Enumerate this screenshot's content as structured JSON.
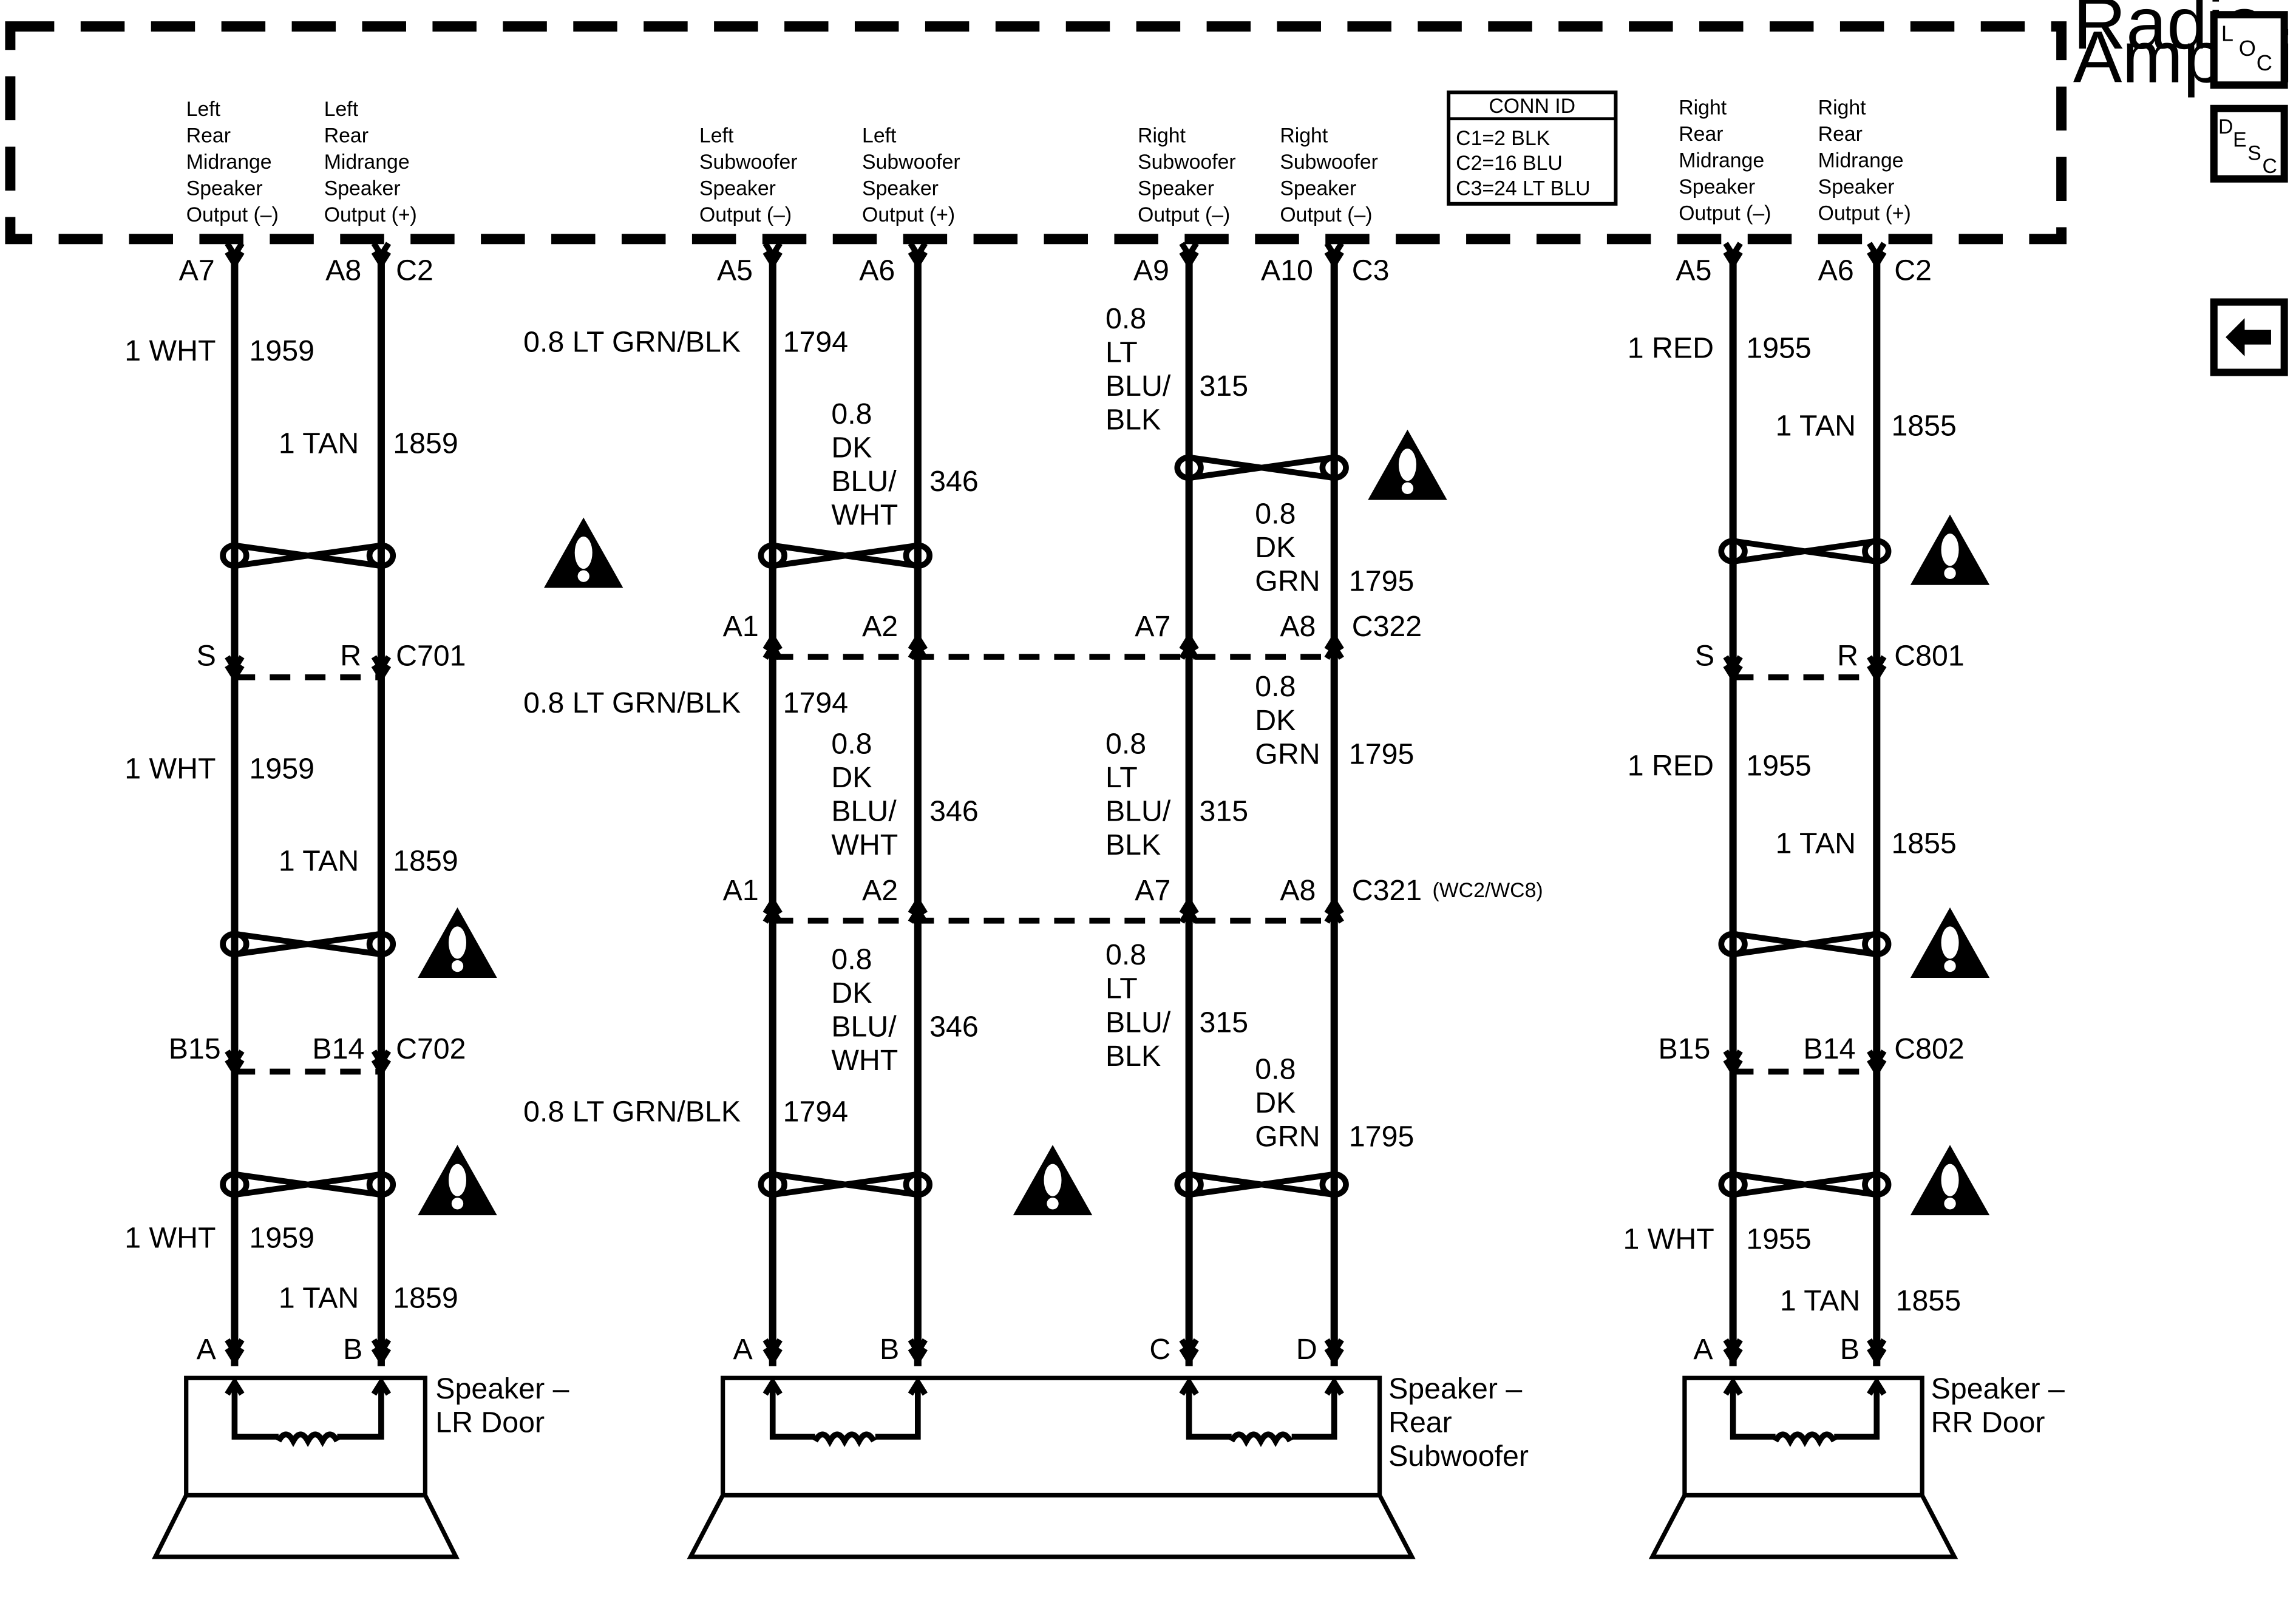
{
  "module": {
    "title_line1": "Radio",
    "title_line2": "Amplifier"
  },
  "buttons": {
    "loc": [
      "L",
      "O",
      "C"
    ],
    "desc": [
      "D",
      "E",
      "S",
      "C"
    ]
  },
  "conn_id": {
    "title": "CONN ID",
    "lines": [
      "C1=2 BLK",
      "C2=16 BLU",
      "C3=24 LT BLU"
    ]
  },
  "outputs": [
    [
      "Left",
      "Rear",
      "Midrange",
      "Speaker",
      "Output (–)"
    ],
    [
      "Left",
      "Rear",
      "Midrange",
      "Speaker",
      "Output (+)"
    ],
    [
      "Left",
      "Subwoofer",
      "Speaker",
      "Output (–)"
    ],
    [
      "Left",
      "Subwoofer",
      "Speaker",
      "Output (+)"
    ],
    [
      "Right",
      "Subwoofer",
      "Speaker",
      "Output (–)"
    ],
    [
      "Right",
      "Subwoofer",
      "Speaker",
      "Output (–)"
    ],
    [
      "Right",
      "Rear",
      "Midrange",
      "Speaker",
      "Output (–)"
    ],
    [
      "Right",
      "Rear",
      "Midrange",
      "Speaker",
      "Output (+)"
    ]
  ],
  "pins": {
    "l_a7": "A7",
    "l_a8": "A8",
    "l_c2": "C2",
    "m_a5": "A5",
    "m_a6": "A6",
    "m_a9": "A9",
    "m_a10": "A10",
    "m_c3": "C3",
    "r_a5": "A5",
    "r_a6": "A6",
    "r_c2": "C2",
    "c322_a1": "A1",
    "c322_a2": "A2",
    "c322_a7": "A7",
    "c322_a8": "A8",
    "c322": "C322",
    "c321_a1": "A1",
    "c321_a2": "A2",
    "c321_a7": "A7",
    "c321_a8": "A8",
    "c321": "C321",
    "c321_note": "(WC2/WC8)",
    "c701_s": "S",
    "c701_r": "R",
    "c701": "C701",
    "c702_b15": "B15",
    "c702_b14": "B14",
    "c702": "C702",
    "c801_s": "S",
    "c801_r": "R",
    "c801": "C801",
    "c802_b15": "B15",
    "c802_b14": "B14",
    "c802": "C802",
    "lr_a": "A",
    "lr_b": "B",
    "sub_a": "A",
    "sub_b": "B",
    "sub_c": "C",
    "sub_d": "D",
    "rr_a": "A",
    "rr_b": "B"
  },
  "wires": {
    "l1_white": "1 WHT",
    "l1_white_ckt": "1959",
    "l1_tan": "1 TAN",
    "l1_tan_ckt": "1859",
    "l2_white": "1 WHT",
    "l2_white_ckt": "1959",
    "l2_tan": "1 TAN",
    "l2_tan_ckt": "1859",
    "l3_white": "1 WHT",
    "l3_white_ckt": "1959",
    "l3_tan": "1 TAN",
    "l3_tan_ckt": "1859",
    "m1_grn": "0.8 LT GRN/BLK",
    "m1_grn_ckt": "1794",
    "m1_dkblu": [
      "0.8",
      "DK",
      "BLU/",
      "WHT"
    ],
    "m1_dkblu_ckt": "346",
    "m1_ltblu": [
      "0.8",
      "LT",
      "BLU/",
      "BLK"
    ],
    "m1_ltblu_ckt": "315",
    "m1_dkgrn": [
      "0.8",
      "DK",
      "GRN"
    ],
    "m1_dkgrn_ckt": "1795",
    "m2_grn": "0.8 LT GRN/BLK",
    "m2_grn_ckt": "1794",
    "m2_dkblu": [
      "0.8",
      "DK",
      "BLU/",
      "WHT"
    ],
    "m2_dkblu_ckt": "346",
    "m2_ltblu": [
      "0.8",
      "LT",
      "BLU/",
      "BLK"
    ],
    "m2_ltblu_ckt": "315",
    "m2_dkgrn": [
      "0.8",
      "DK",
      "GRN"
    ],
    "m2_dkgrn_ckt": "1795",
    "m3_grn": "0.8 LT GRN/BLK",
    "m3_grn_ckt": "1794",
    "m3_dkblu": [
      "0.8",
      "DK",
      "BLU/",
      "WHT"
    ],
    "m3_dkblu_ckt": "346",
    "m3_ltblu": [
      "0.8",
      "LT",
      "BLU/",
      "BLK"
    ],
    "m3_ltblu_ckt": "315",
    "m3_dkgrn": [
      "0.8",
      "DK",
      "GRN"
    ],
    "m3_dkgrn_ckt": "1795",
    "r1_red": "1 RED",
    "r1_red_ckt": "1955",
    "r1_tan": "1 TAN",
    "r1_tan_ckt": "1855",
    "r2_red": "1 RED",
    "r2_red_ckt": "1955",
    "r2_tan": "1 TAN",
    "r2_tan_ckt": "1855",
    "r3_white": "1 WHT",
    "r3_white_ckt": "1955",
    "r3_tan": "1 TAN",
    "r3_tan_ckt": "1855"
  },
  "speakers": {
    "lr": [
      "Speaker –",
      "LR Door"
    ],
    "sub": [
      "Speaker –",
      "Rear",
      "Subwoofer"
    ],
    "rr": [
      "Speaker –",
      "RR Door"
    ]
  },
  "icons": [
    "caution-icon",
    "back-arrow-icon",
    "inductor-coil-icon"
  ]
}
